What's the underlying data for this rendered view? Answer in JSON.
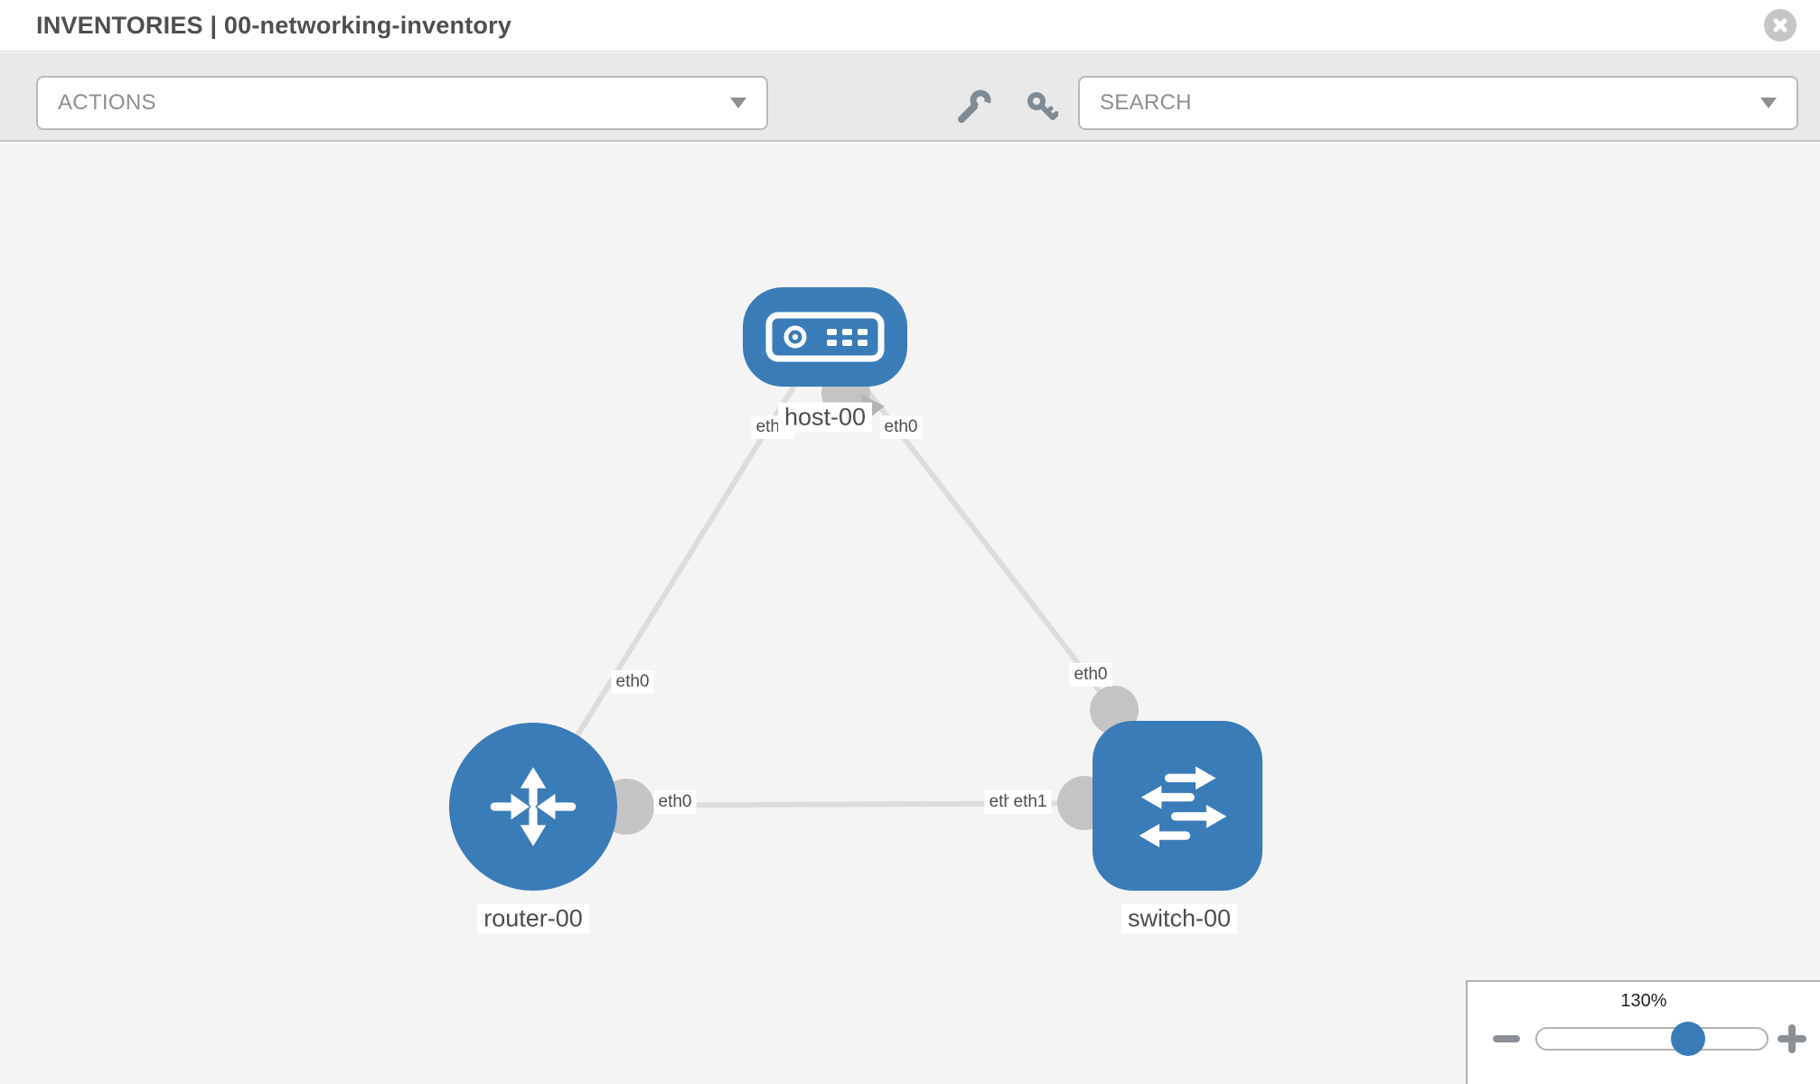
{
  "window": {
    "title": "INVENTORIES | 00-networking-inventory"
  },
  "toolbar": {
    "actions": {
      "label": "ACTIONS"
    },
    "tools": [
      {
        "icon": "wrench-icon"
      },
      {
        "icon": "key-icon"
      }
    ],
    "search": {
      "label": "SEARCH"
    }
  },
  "topology": {
    "nodes": [
      {
        "id": "host-00",
        "label": "host-00",
        "type": "host",
        "shape": "rounded-rect",
        "icon": "host-icon"
      },
      {
        "id": "router-00",
        "label": "router-00",
        "type": "router",
        "shape": "circle",
        "icon": "router-icon"
      },
      {
        "id": "switch-00",
        "label": "switch-00",
        "type": "switch",
        "shape": "rounded-square",
        "icon": "switch-icon"
      }
    ],
    "links": [
      {
        "source": "host-00",
        "source_interface": "eth0",
        "target": "router-00",
        "target_interface": "eth0"
      },
      {
        "source": "host-00",
        "source_interface": "eth0",
        "target": "switch-00",
        "target_interface": "eth0"
      },
      {
        "source": "router-00",
        "source_interface": "eth0",
        "target": "switch-00",
        "target_interface": "eth1"
      }
    ],
    "interface_labels": {
      "host_end_left": "eth0",
      "host_end_right": "eth0",
      "router_end_top": "eth0",
      "switch_end_top": "eth0",
      "router_end_right": "eth0",
      "switch_end_left_under": "eth0",
      "switch_end_left_over": "eth1"
    }
  },
  "zoom": {
    "level": "130%"
  },
  "colors": {
    "node_blue": "#3a7cb8",
    "link_gray": "#dcdcdc",
    "connector_gray": "#c4c4c4",
    "arrowhead_gray": "#b4b4b4",
    "canvas_bg": "#f4f4f4",
    "toolbar_bg": "#e9e9e9"
  }
}
